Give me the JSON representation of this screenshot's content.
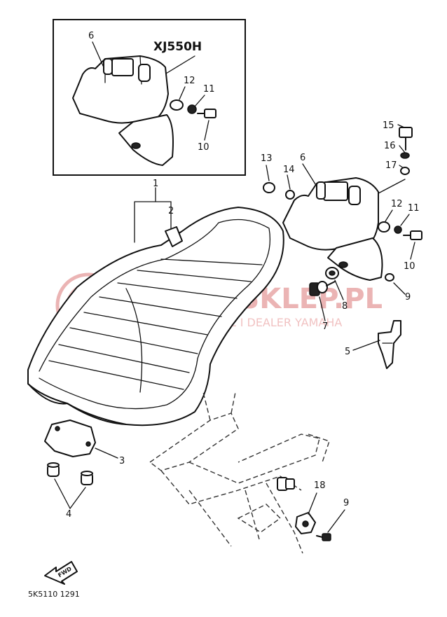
{
  "model_label": "XJ550H",
  "diagram_code": "5K5110 1291",
  "fwd_label": "FWD",
  "watermark": {
    "title": "YAMA-SKLEP.PL",
    "subtitle": "WOJCIECHOWICZ I DEALER YAMAHA",
    "color": "#e8a8a8"
  },
  "callouts": {
    "inset_6": "6",
    "inset_12": "12",
    "inset_11": "11",
    "inset_10": "10",
    "c1": "1",
    "c2": "2",
    "c3": "3",
    "c4": "4",
    "c5": "5",
    "c6": "6",
    "c7": "7",
    "c8": "8",
    "c9a": "9",
    "c9b": "9",
    "c10": "10",
    "c11": "11",
    "c12": "12",
    "c13": "13",
    "c14": "14",
    "c15": "15",
    "c16": "16",
    "c17": "17",
    "c18": "18"
  }
}
